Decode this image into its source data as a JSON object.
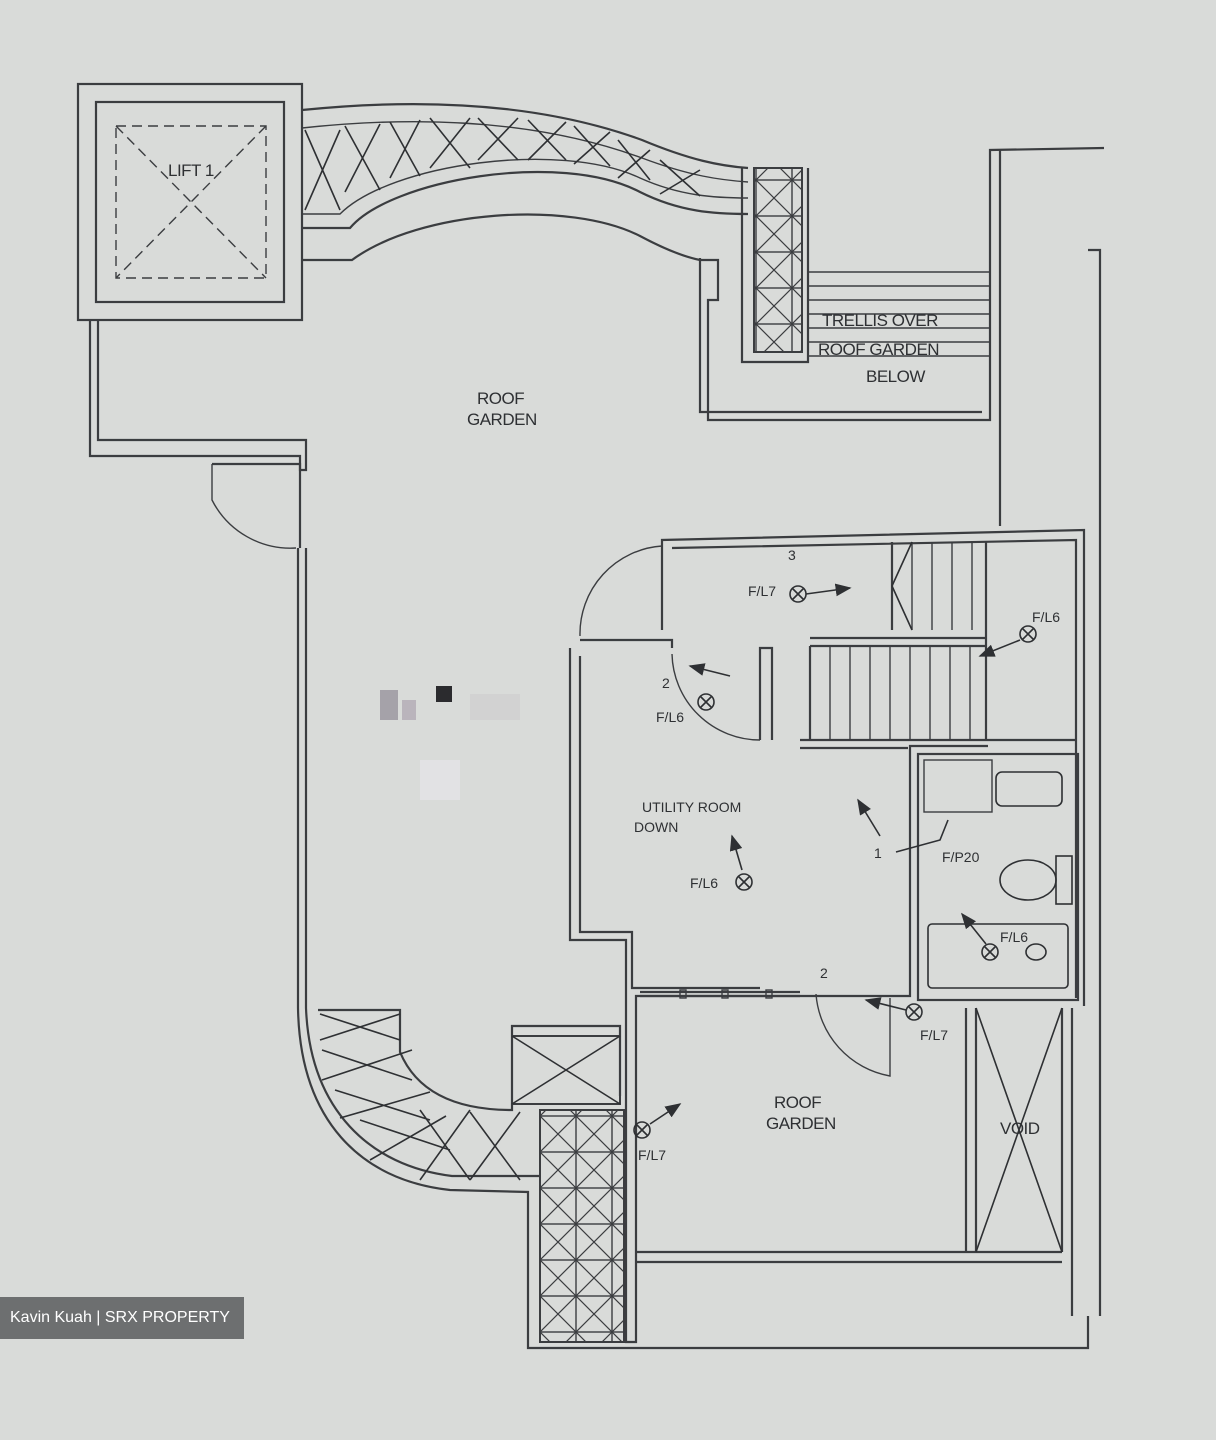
{
  "labels": {
    "lift": "LIFT 1",
    "roof_garden_top_1": "ROOF",
    "roof_garden_top_2": "GARDEN",
    "trellis_1": "TRELLIS OVER",
    "trellis_2": "ROOF GARDEN",
    "trellis_3": "BELOW",
    "roof_garden_bottom_1": "ROOF",
    "roof_garden_bottom_2": "GARDEN",
    "void": "VOID",
    "room_1": "UTILITY ROOM",
    "room_2": "DOWN"
  },
  "fixtures": {
    "fl7_top": "F/L7",
    "fl6_stair": "F/L6",
    "fl6_door": "F/L6",
    "fl6_room": "F/L6",
    "fl6_bath": "F/L6",
    "fl7_right": "F/L7",
    "fl7_bottom": "F/L7",
    "fp20": "F/P20",
    "sw_3": "3",
    "sw_2a": "2",
    "sw_2b": "2",
    "sw_1": "1"
  },
  "credit": "Kavin Kuah | SRX PROPERTY"
}
